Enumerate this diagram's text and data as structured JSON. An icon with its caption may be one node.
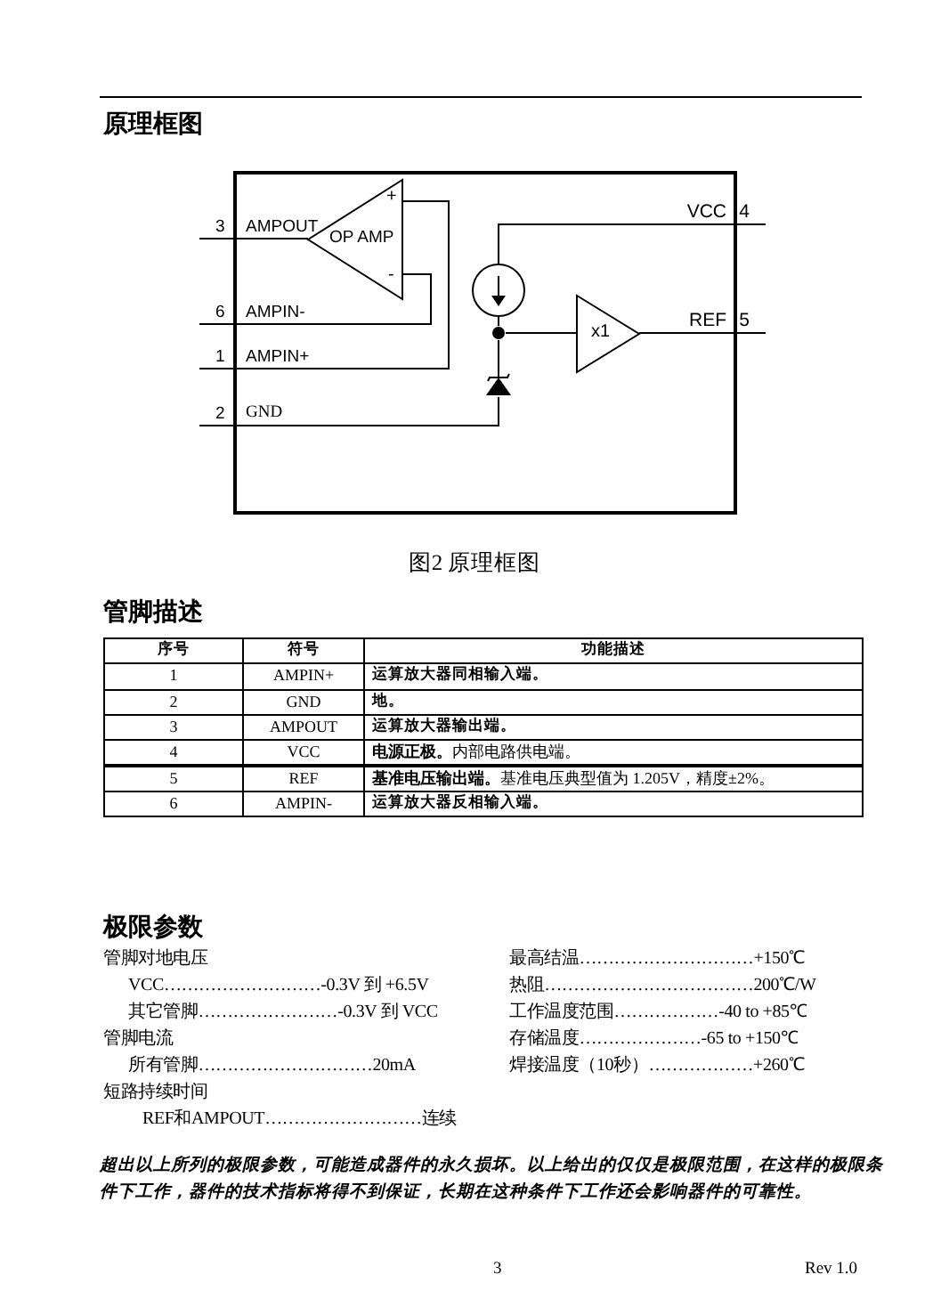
{
  "diagram": {
    "title": "原理框图",
    "caption": "图2   原理框图",
    "nodes": [
      {
        "text": [
          "3",
          "AMPOUT"
        ]
      },
      {
        "text": [
          "6",
          "AMPIN-"
        ]
      },
      {
        "text": [
          "1",
          "AMPIN+"
        ]
      },
      {
        "text": [
          "2",
          "GND"
        ]
      },
      {
        "text": [
          "VCC",
          "4"
        ]
      },
      {
        "text": [
          "REF",
          "5"
        ]
      },
      {
        "text": [
          "+",
          "OP AMP",
          "-"
        ]
      },
      {
        "text": [],
        "shape": "circle"
      },
      {
        "text": [],
        "shape": "dot"
      },
      {
        "text": [
          "x1"
        ]
      },
      {
        "text": [],
        "shape": "diode"
      }
    ],
    "edges": [
      {
        "from": 0,
        "to": 6,
        "arrow": "none"
      },
      {
        "from": 1,
        "to": 6,
        "arrow": "none"
      },
      {
        "from": 2,
        "to": 6,
        "arrow": "none"
      },
      {
        "from": 4,
        "to": 7,
        "arrow": "none"
      },
      {
        "from": 7,
        "to": 8,
        "arrow": "none"
      },
      {
        "from": 8,
        "to": 9,
        "arrow": "none"
      },
      {
        "from": 9,
        "to": 5,
        "arrow": "none"
      },
      {
        "from": 8,
        "to": 10,
        "arrow": "none"
      },
      {
        "from": 10,
        "to": 3,
        "arrow": "none"
      }
    ],
    "labels": [
      "管脚描述",
      "序号",
      "符号",
      "功能描述",
      "1",
      "AMPIN+",
      "运算放大器同相输入端。",
      "2",
      "GND",
      "地。",
      "3",
      "AMPOUT",
      "运算放大器输出端。",
      "4",
      "VCC",
      "**电源正极。**内部电路供电端。",
      "5",
      "REF",
      "**基准电压输出端。**基准电压典型值为 1.205V，精度±2%。",
      "6",
      "AMPIN-",
      "运算放大器反相输入端。",
      "极限参数",
      "管脚对地电压",
      "VCC………………………-0.3V 到 +6.5V",
      "其它管脚……………………-0.3V 到 VCC",
      "管脚电流",
      "所有管脚…………………………20mA",
      "短路持续时间",
      "REF和AMPOUT………………………连续",
      "最高结温…………………………+150℃",
      "热阻………………………………200℃/W",
      "工作温度范围………………-40 to +85℃",
      "存储温度…………………-65 to +150℃",
      "焊接温度（10秒）………………+260℃",
      "超出以上所列的极限参数，可能造成器件的永久损坏。以上给出的仅仅是极限范围，在这样的极限条件下工作，器件的技术指标将得不到保证，长期在这种条件下工作还会影响器件的可靠性。",
      "3",
      "Rev 1.0"
    ]
  }
}
